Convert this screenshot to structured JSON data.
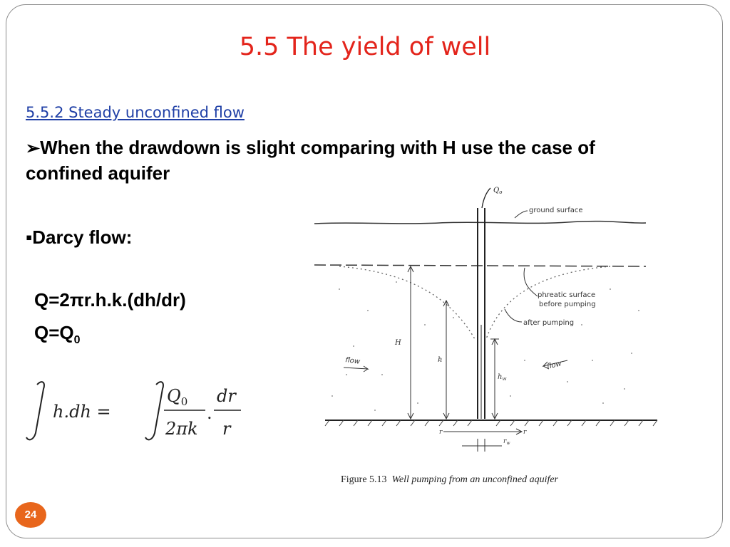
{
  "slide": {
    "title": "5.5 The yield of well",
    "subtitle": "5.5.2 Steady unconfined flow",
    "bullet_marker": "➢",
    "bullet_text": "When the drawdown is slight comparing with H use the case of confined aquifer",
    "darcy_marker": "▪",
    "darcy_label": "Darcy flow:",
    "equation_1": "Q=2πr.h.k.(dh/dr)",
    "equation_2_main": "Q=Q",
    "equation_2_sub": "0",
    "page_number": "24"
  },
  "integral": {
    "lhs": "h.dh =",
    "numerator_1": "Q",
    "numerator_1_sub": "0",
    "denominator_1": "2πk",
    "dot": ".",
    "numerator_2": "dr",
    "denominator_2": "r"
  },
  "figure": {
    "labels": {
      "q0_main": "Q",
      "q0_sub": "o",
      "ground_surface": "ground surface",
      "phreatic_1": "phreatic surface",
      "phreatic_2": "before pumping",
      "after_pumping": "after pumping",
      "flow_left": "flow",
      "flow_right": "flow",
      "h_big": "H",
      "h_small": "h",
      "hw_main": "h",
      "hw_sub": "w",
      "r": "r",
      "rw_main": "r",
      "rw_sub": "w"
    },
    "caption_number": "Figure 5.13",
    "caption_text": "Well pumping from an unconfined aquifer"
  },
  "colors": {
    "title": "#e3241b",
    "subtitle": "#1f3fa6",
    "badge": "#e8661c",
    "frame": "#8c8c8c"
  }
}
